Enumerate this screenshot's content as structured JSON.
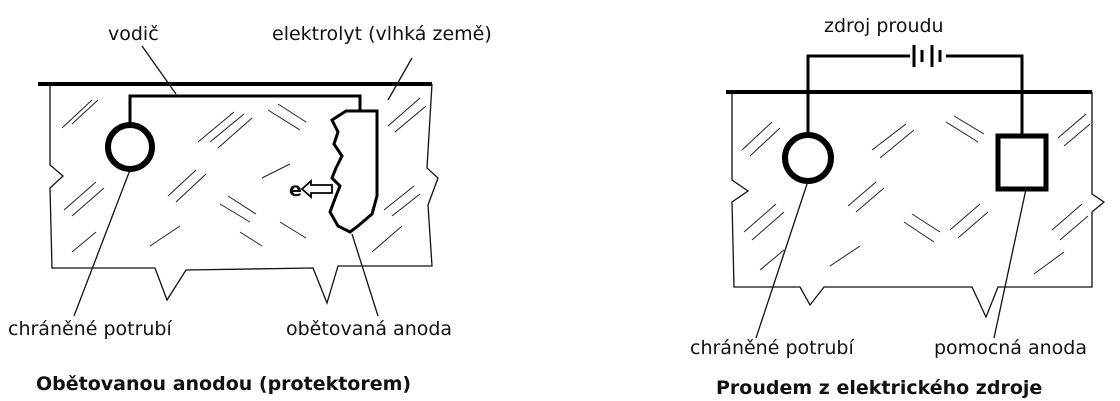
{
  "left": {
    "label_conductor": "vodič",
    "label_electrolyte": "elektrolyt (vlhká země)",
    "label_pipe": "chráněné potrubí",
    "label_anode": "obětovaná anoda",
    "label_electron": "e",
    "caption": "Obětovanou anodou (protektorem)"
  },
  "right": {
    "label_source": "zdroj proudu",
    "label_pipe": "chráněné potrubí",
    "label_anode": "pomocná anoda",
    "caption": "Proudem z elektrického zdroje"
  }
}
